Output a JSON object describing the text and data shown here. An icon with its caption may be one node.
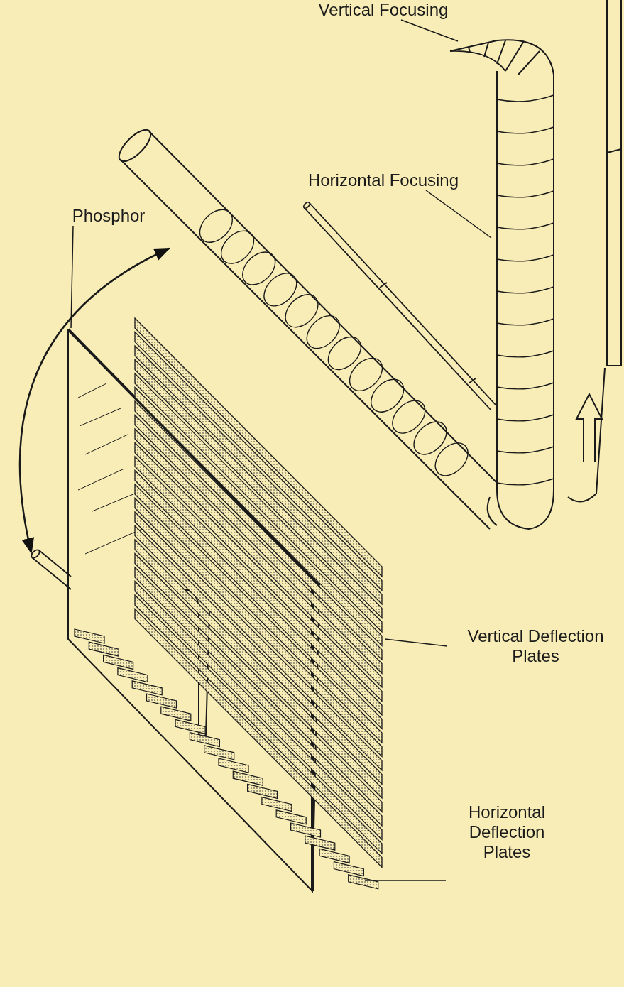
{
  "diagram": {
    "nodes": [
      {
        "text": [
          "Vertical Focusing"
        ]
      },
      {
        "text": [
          "Horizontal Focusing"
        ]
      },
      {
        "text": [
          "Phosphor"
        ]
      },
      {
        "text": [
          "Vertical Deflection Plates"
        ]
      },
      {
        "text": [
          "Horizontal Deflection Plates"
        ]
      },
      {
        "text": [],
        "shape": "picture"
      },
      {
        "text": [],
        "shape": "picture"
      },
      {
        "text": [],
        "shape": "picture"
      },
      {
        "text": [],
        "shape": "picture"
      },
      {
        "text": [],
        "shape": "picture"
      }
    ],
    "edges": [
      {
        "from": 0,
        "to": 5,
        "arrow": "none"
      },
      {
        "from": 1,
        "to": 6,
        "arrow": "none"
      },
      {
        "from": 2,
        "to": 7,
        "arrow": "none"
      },
      {
        "from": 3,
        "to": 8,
        "arrow": "none"
      },
      {
        "from": 4,
        "to": 9,
        "arrow": "none"
      }
    ]
  }
}
